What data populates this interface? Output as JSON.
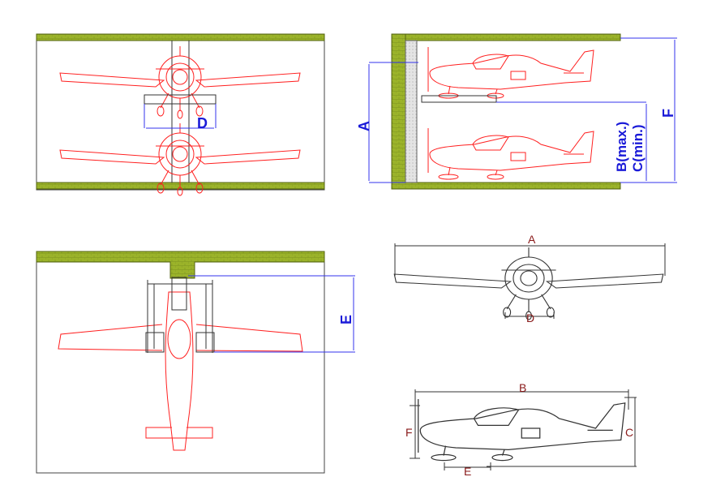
{
  "colors": {
    "aircraft_installed": "#ff2020",
    "dimension": "#1a1ad8",
    "wall": "#9bb32a",
    "aircraft_reference": "#333333",
    "reference_label": "#8a1a1a"
  },
  "hangar_front_view": {
    "dimension_label": "D"
  },
  "hangar_side_view": {
    "labels": {
      "height": "A",
      "level_max": "B(max.)",
      "level_min": "C(min.)",
      "ceiling": "F"
    }
  },
  "hangar_top_view": {
    "dimension_label": "E"
  },
  "aircraft_front_view": {
    "span_label": "A",
    "track_label": "D"
  },
  "aircraft_side_view": {
    "length_label": "B",
    "height_label": "C",
    "prop_label": "F",
    "wheelbase_label": "E"
  }
}
